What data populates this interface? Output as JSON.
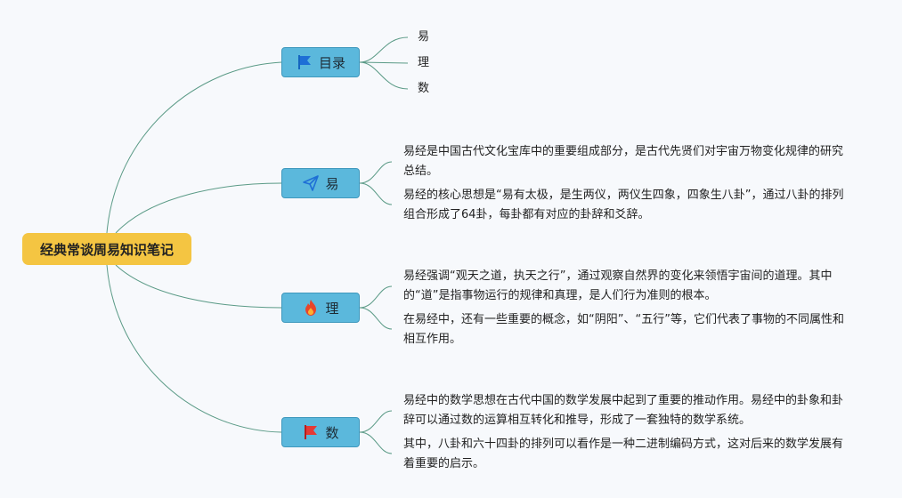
{
  "root": {
    "label": "经典常谈周易知识笔记"
  },
  "topics": [
    {
      "id": "mulu",
      "label": "目录",
      "icon": "blue-flag-icon"
    },
    {
      "id": "yi",
      "label": "易",
      "icon": "paper-plane-icon"
    },
    {
      "id": "li",
      "label": "理",
      "icon": "fire-icon"
    },
    {
      "id": "shu",
      "label": "数",
      "icon": "red-flag-icon"
    }
  ],
  "toc_items": [
    "易",
    "理",
    "数"
  ],
  "notes": {
    "yi": [
      "易经是中国古代文化宝库中的重要组成部分，是古代先贤们对宇宙万物变化规律的研究总结。",
      "易经的核心思想是“易有太极，是生两仪，两仪生四象，四象生八卦”，通过八卦的排列组合形成了64卦，每卦都有对应的卦辞和爻辞。"
    ],
    "li": [
      "易经强调“观天之道，执天之行”，通过观察自然界的变化来领悟宇宙间的道理。其中的“道”是指事物运行的规律和真理，是人们行为准则的根本。",
      "在易经中，还有一些重要的概念，如“阴阳”、“五行”等，它们代表了事物的不同属性和相互作用。"
    ],
    "shu": [
      "易经中的数学思想在古代中国的数学发展中起到了重要的推动作用。易经中的卦象和卦辞可以通过数的运算相互转化和推导，形成了一套独特的数学系统。",
      "其中，八卦和六十四卦的排列可以看作是一种二进制编码方式，这对后来的数学发展有着重要的启示。"
    ]
  },
  "colors": {
    "root_fill": "#f4c542",
    "topic_fill": "#5bb8dc",
    "link_stroke": "#5a9a86",
    "background": "#f7f9fc"
  }
}
